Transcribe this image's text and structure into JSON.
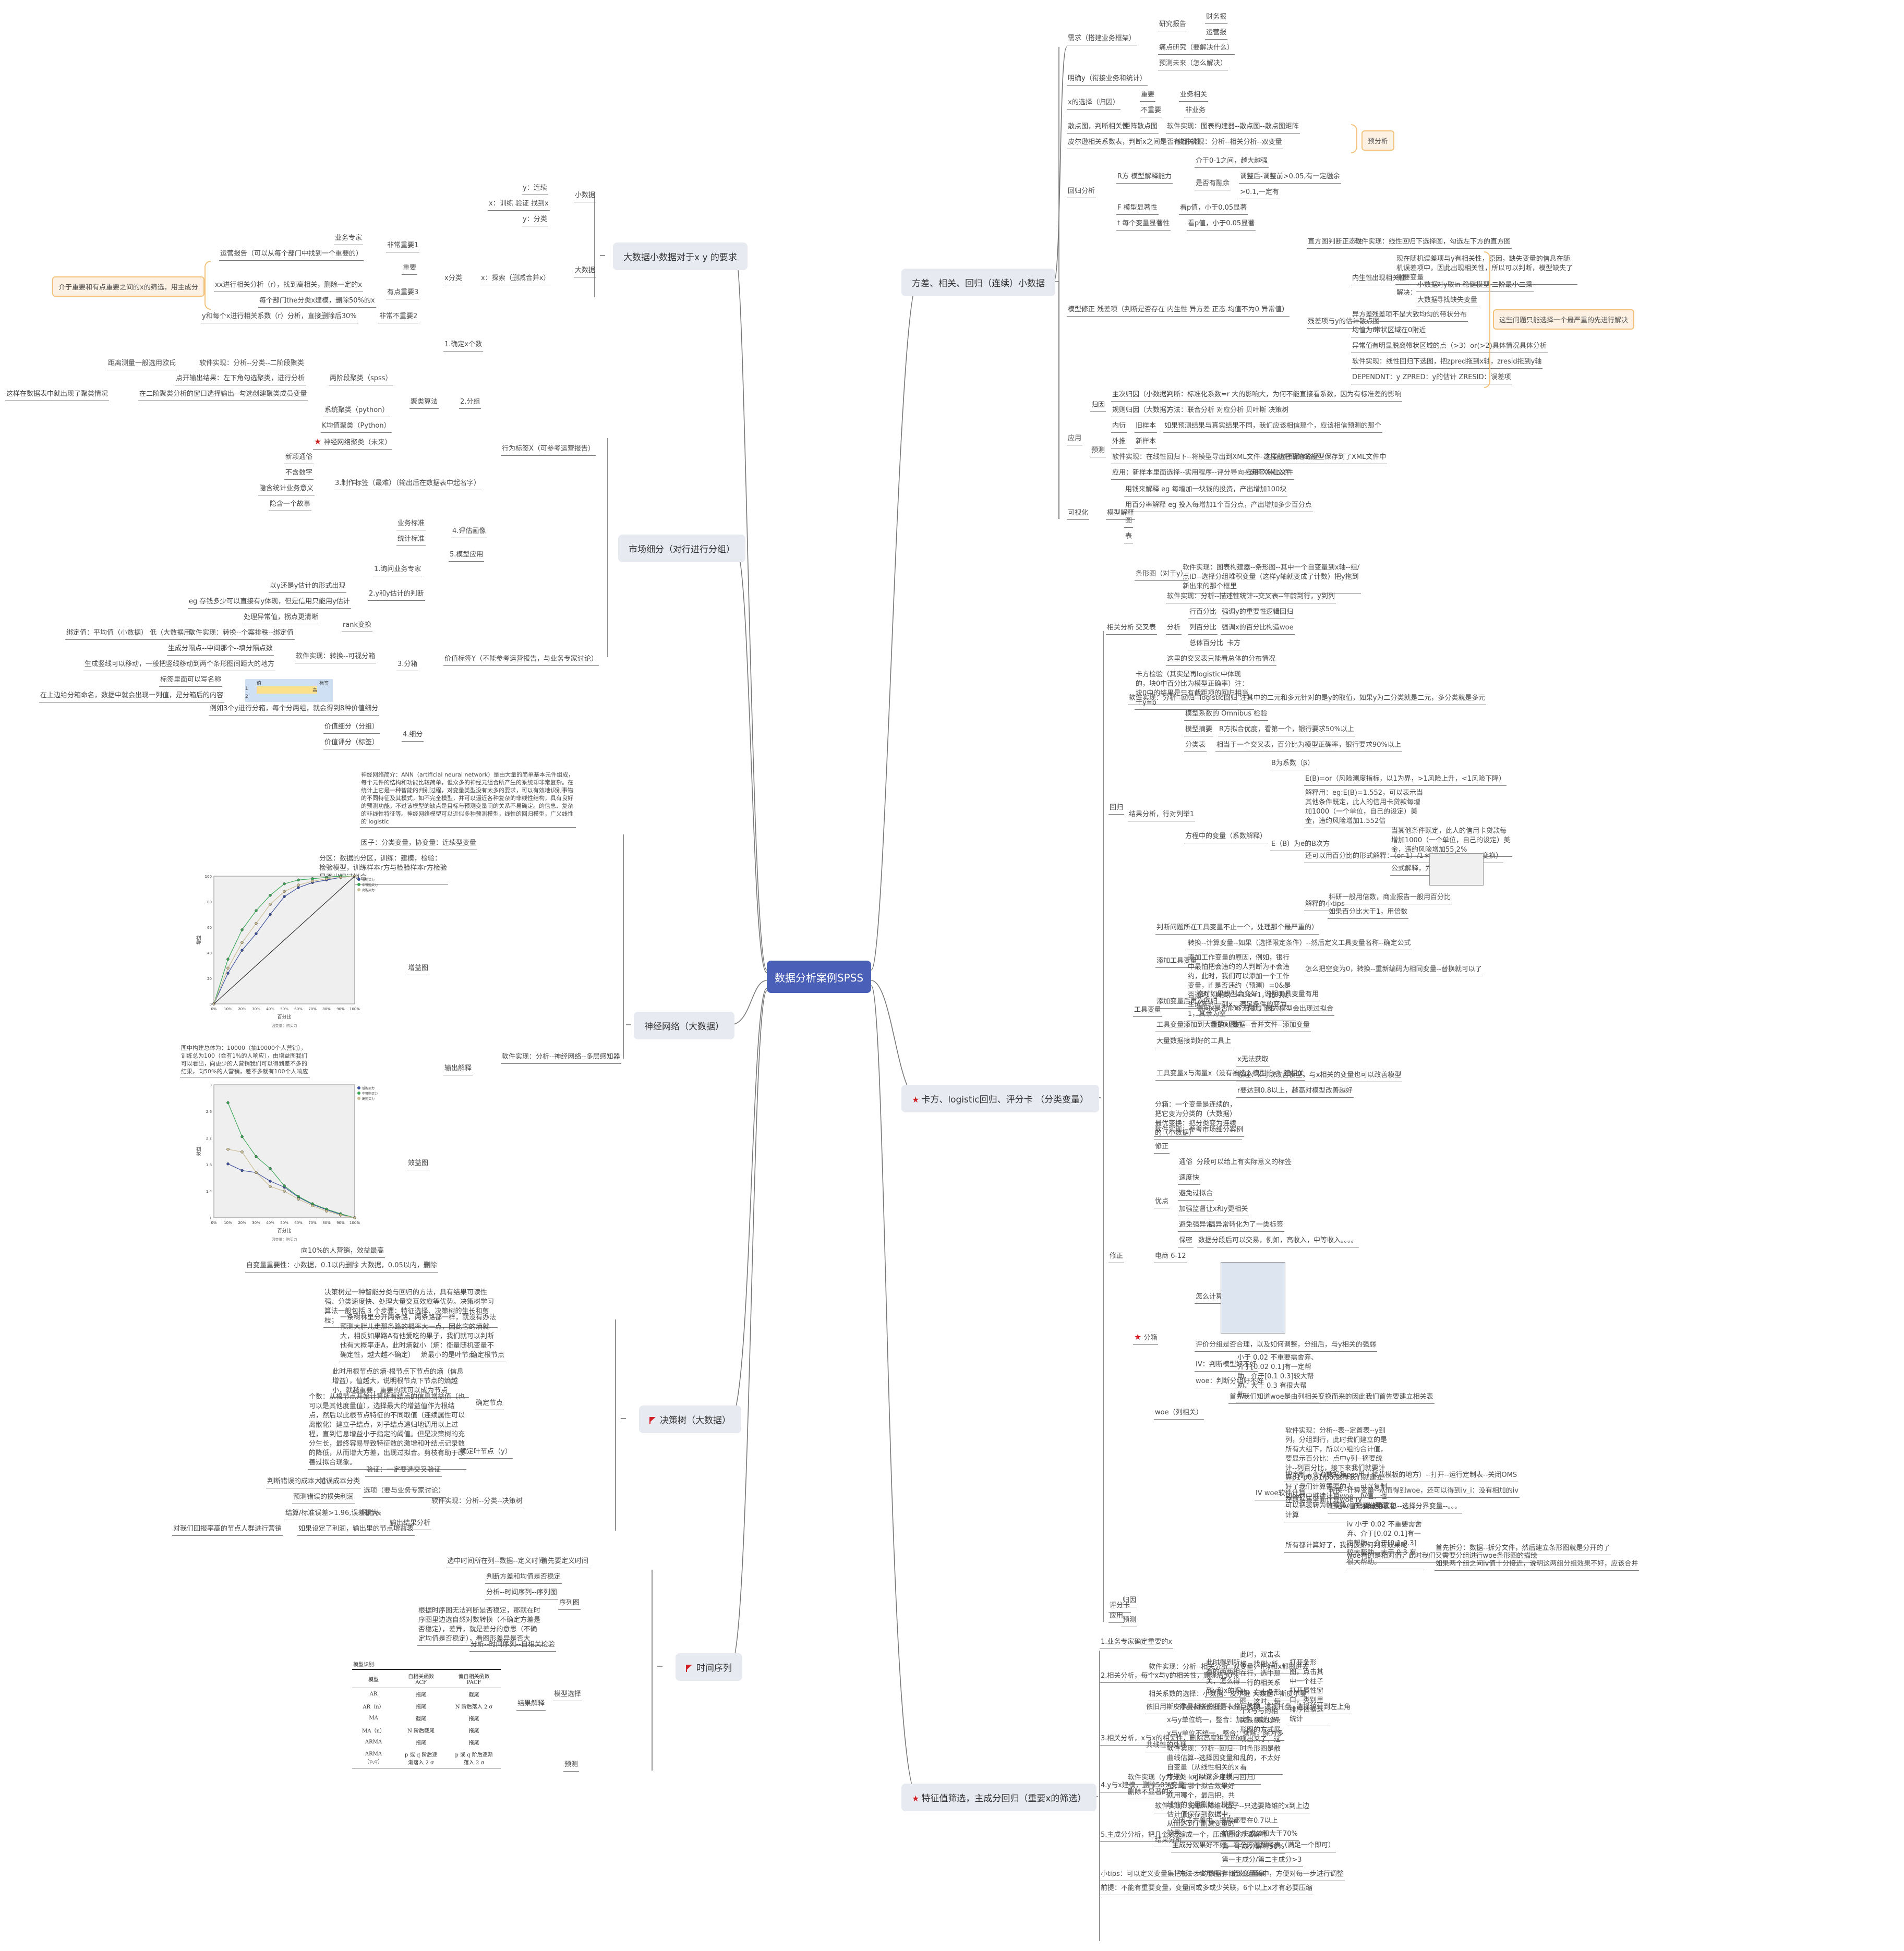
{
  "root": {
    "label": "数据分析案例SPSS"
  },
  "right": {
    "b1": {
      "label": "方差、相关、回归（连续）小数据",
      "demand": {
        "label": "需求（搭建业务框架）",
        "report": "研究报告",
        "fin": "财务报",
        "ops": "运营报",
        "pain": "痛点研究（要解决什么）",
        "future": "预测未来（怎么解决）"
      },
      "clear_y": "明确y（衔接业务和统计）",
      "xsel": {
        "label": "x的选择（归因）",
        "imp": "重要",
        "imp2": "业务相关",
        "notimp": "不重要",
        "notimp2": "非业务"
      },
      "scatter": {
        "a": "散点图，判断相关性",
        "b": "矩阵散点图",
        "c": "软件实现：图表构建器--散点图--散点图矩阵"
      },
      "pearson": {
        "a": "皮尔逊相关系数表，判断x之间是否有相关性",
        "b": "软件实现：分析--相关分析--双变量"
      },
      "pre_callout": "预分析",
      "reg": {
        "label": "回归分析",
        "r2": "R方  模型解释能力",
        "r2a": "介于0-1之间，越大越强",
        "r2b": "是否有融余",
        "r2b1": "调整后-调整前>0.05,有一定融余",
        "r2b2": ">0.1,一定有",
        "f": "F 模型显著性",
        "f2": "看p值，小于0.05显著",
        "t": "t 每个变量显著性",
        "t2": "看p值，小于0.05显著"
      },
      "fix": {
        "label": "模型修正   残差项（判断是否存在 内生性 异方差 正态 均值不为0 异常值）",
        "hist": "直方图",
        "hist2": "判断正态性",
        "hist3": "软件实现：线性回归下选择图，勾选左下方的直方图",
        "scat": "残差项与y的估计散点图",
        "endo": "内生性",
        "endo2": "出现相关性",
        "endo_note": "现在随机误差项与y有相关性，原因，缺失变量的信息在随机误差项中，因此出现相关性，所以可以判断，模型缺失了重要变量",
        "solve": "解决：",
        "small": "小数据",
        "small2": "对y取ln  稳健模型  二阶最小二乘",
        "big": "大数据",
        "big2": "寻找缺失变量",
        "hetero": "异方差",
        "hetero2": "残差项不是大致均匀的带状分布",
        "mean0": "均值为0",
        "mean02": "带状区域在0附近",
        "outlier": "异常值",
        "outlier2": "有明显脱离带状区域的点（>3）or(>2)具体情况具体分析",
        "sw": "软件实现：线性回归下选图，把zpred拖到x轴，zresid拖到y轴",
        "dep": "DEPENDNT：y  ZPRED：y的估计  ZRESID：误差项",
        "callout": "这些问题只能选择一个最严重的先进行解决"
      },
      "app": {
        "label": "应用",
        "attr": "归因",
        "main": "主次归因（小数据）",
        "main2": "判断：标准化系数=r 大的影响大，为何不能直接看系数，因为有标准差的影响",
        "rule": "规则归因（大数据）",
        "rule2": "方法：联合分析 对应分析 贝叶斯 决策树",
        "pred": "预测",
        "inner": "内衍",
        "inner2": "旧样本",
        "inner3": "如果预测结果与真实结果不同，我们应该相信那个，应该相信预测的那个",
        "outer": "外推",
        "outer2": "新样本",
        "sw": "软件实现：在线性回归下--将模型导出到XML文件--浏览选择保存路径",
        "sw2": "这样就把做好的模型保存到了XML文件中",
        "use": "应用：新样本里面选择--实用程序--评分导向--选择XML文件",
        "use2": "应用了XML文件"
      },
      "vis": {
        "label": "可视化",
        "expl": "模型解释",
        "m1": "用钱来解释 eg 每增加一块钱的投资，产出增加100块",
        "m2": "用百分率解释 eg 投入每增加1个百分点，产出增加多少百分点",
        "m3": "图",
        "m4": "表"
      }
    },
    "b2": {
      "label": "卡方、logistic回归、评分卡  （分类变量）",
      "corr": {
        "label": "相关分析",
        "bar": "条形图（对于y）",
        "bar2": "软件实现：图表构建器--条形图--其中一个自变量到x轴--组/点ID--选择分组堆积变量（这样y轴就变成了计数）把y拖到新出来的那个框里",
        "cross": "交叉表",
        "cross_sw": "软件实现：分析--描述性统计--交叉表--年龄到行，y到列",
        "ana": "分析",
        "row": "行百分比",
        "row2": "强调y的重要性",
        "row3": "逻辑回归",
        "col": "列百分比",
        "col2": "强调x的百分比",
        "col3": "构造woe",
        "tot": "总体百分比",
        "tot2": "卡方",
        "note": "这里的交叉表只能看总体的分布情况",
        "chi": "卡方检验（其实是再logistic中体现的，块0中百分比为模型正确率）注：块0中的结果是只有截距项的回归相当于y=b"
      },
      "reg": {
        "label": "回归",
        "sw": "软件实现：分析--回归--logistic回归",
        "sw2": "注其中的二元和多元针对的是y的取值，如果y为二分类就是二元，多分类就是多元",
        "res": "结果分析，行对列举1",
        "omni": "模型系数的 Omnibus 检验",
        "sum": "模型摘要",
        "sum2": "R方拟合优度，看第一个，银行要求50%以上",
        "cls": "分类表",
        "cls2": "相当于一个交叉表，百分比为模型正确率，银行要求90%以上",
        "eq": "方程中的变量（系数解释）",
        "b": "B为系数（β）",
        "eb": "E（B）为e的B次方",
        "or": "E(B)=or（风险测度指标，以1为界，>1风险上升，<1风险下降）",
        "ex": "解释用：eg:E(B)=1.552，可以表示当其他条件既定，此人的信用卡贷款每增加1000（一个单位，自己的设定）美金，违约风险增加1.552倍",
        "pct": "还可以用百分比的形式解释：（or-1）/1＊100%（gamma变换）",
        "pct2": "当其他条件既定，此人的信用卡贷款每增加1000（一个单位，自己的设定）美金，违约风险增加55.2%",
        "formula": "公式解释，为什么要-1",
        "tips": "解释的小tips",
        "tips1": "科研一般用倍数，商业报告一般用百分比",
        "tips2": "如果百分比大于1，用倍数"
      },
      "fix": {
        "label": "修正",
        "tool": "工具变量",
        "t1": "判断问题所在",
        "t1b": "（工具变量不止一个，处理那个最严重的）",
        "t2": "添加工具变量",
        "t2a": "转换--计算变量--如果（选择限定条件）--然后定义工具变量名称--确定公式",
        "t2b": "添加工作变量的原因，例如，银行中最怕把会违约的人判断为不会违约，此时，我们可以添加一个工作变量，if 是否违约（预测）=0&是否违约（真实）=1 x=1，此时就生成新的一列x，满足条件的变为1，其余为空",
        "t2c": "怎么把空变为0，转换--重新编码为相同变量--替换就可以了",
        "t3": "添加变量后再次回归",
        "t3a": "这时如果模型会变好，说明工具变量有用",
        "t3b": "请问x是否能够无限加下去",
        "t3c": "不能，因为模型会出现过拟合",
        "t4": "工具变量添加到大量的x后边",
        "t4b": "数据对接",
        "t4c": "数据--合并文件--添加变量",
        "t5": "大量数据接到好的工具上",
        "t6": "工具变量x与海量x（没有被选入模型的x）建相关",
        "t6a": "x无法获取",
        "t6b": "原理：x可以改善模型，与x相关的变量也可以改善模型",
        "t6c": "r要达到0.8以上，越高对模型改善越好",
        "bin": "分箱",
        "bin_def": "分箱：一个变量是连续的，把它变为分类的（大数据）最优变换：把分类变为连续的（小数据）",
        "bin_sw": "软件实现：参考市场细分案例",
        "bin_fix": "修正",
        "adv": "优点",
        "a1": "通俗",
        "a1b": "分段可以给上有实际意义的标签",
        "a2": "速度快",
        "a3": "避免过拟合",
        "a4": "加强监督",
        "a4b": "让x和y更相关",
        "a5": "避免强异常",
        "a5b": "强异常转化为了一类标签",
        "a6": "保密",
        "a6b": "数据分段后可以交易，例如，高收入，中等收入。。。。",
        "ecom": "电商 6-12",
        "woe": "woe（列相关）",
        "calc": "怎么计算",
        "eval": "评价分组是否合理，以及如何调整，分组后，与y相关的强弱",
        "iv": "IV：判断模型好不好",
        "iv2": "小于 0.02 不重要需舍弃、介于[0.02 0.1]有一定帮助、介于[0.1 0.3]较大帮助、大于 0.3 有很大帮助。",
        "woe2": "woe：判断分组好不好",
        "first": "首先我们知道woe是由列相关变换而来的因此我们首先要建立相关表",
        "ivsw": "IV woe软件计算",
        "ivsw1": "软件实现：分析--表--定置表--y到列，分组到行，此时我们建立的是所有大组下，所以小组的合计值，要显示百分比：点中y列--摘要统计--列百分比，接下来我们就要计算p1-p0,p1/p0,这样我们就建立好了我们计算需要的表，可以复制到excl中继续计算woe，IV值，也可以把表转为数据集，在spss里面计算",
        "ivsw2": "把定制表变为数据集",
        "ivsw2b": "OMS（spss用于装载模板的地方）--打开--运行定制表--关闭OMS",
        "ivsw3": "在数据集里面计算woe IV",
        "ivsw3a": "转换--计算变量--从而得到woe，还可以得到iv_i：没有相加的iv",
        "ivsw3b": "但是IV值需要分组求和",
        "ivsw3c": "数据--汇总--选择分界变量--。。。",
        "ivsw4": "所有都计算好了，我们该如何判断效果呢",
        "ivsw4a": "iv 小于 0.02 不重要需舍弃、介于[0.02 0.1]有一定帮助、介于[0.1 0.3]较大帮助、大于 0.3 有很大帮助。",
        "ivsw4b": "woe看的是相对值，此时我们又需要分组进行woe条形图的描绘",
        "ivsw4c": "首先拆分：数据--拆分文件，然后建立条形图就是分开的了",
        "ivsw4d": "如果两个组之间iv值十分接近，说明这两组分组效果不好，应该合并"
      },
      "app": {
        "label": "应用",
        "a": "评分卡",
        "b": "归因",
        "c": "预测"
      }
    },
    "b3": {
      "label": "特征值筛选，主成分回归（重要x的筛选）",
      "s1": "1.业务专家确定重要的x",
      "s2": "2.相关分析，每个x与y的相关性，删除后30%",
      "s2a": "软件实现：分析--相关分析--双变量，把y和x都拖进去",
      "s2b": "此时得到所有的两两相关，怎么得到y和x的呢",
      "s2c": "此时，双击表格，找到y所在行，选中那一行的相关系数，右击条形图，这时，每个x与与的相关系数就以条形图的方式展现出来了，这时条形图是散乱的，不太好看",
      "s2d": "打开条形图，点击其中一个柱子打开属性窗口，类别里排序依据选统计",
      "s2e": "相关系数的选择：小数据：皮尔逊  大数据：斯皮尔曼",
      "s3": "3.相关分析，x与x的相关性，删除高度相关的x",
      "s3a": "依旧用斯皮尔曼相关分析",
      "s3b": "得出表格依旧是十分巨大的",
      "s3c": "打开表格--透视--透视托盘--选择统计到左上角",
      "s3d": "共线性的处理",
      "s3e": "x与y单位统一，整合：加减，减为多",
      "s3f": "x与y单位不统一，整合：乘除，除为多",
      "s3g": "软件实现：分析--回归--曲线估算--选择因变量和自变量（从线性相关的x中选）--可以选多个模型，看哪个拟合效果好就用哪个，最后把，共线性的变量删除，模型估计值保存到数据中，从而达到了删减变量的效果",
      "s4": "4.y与x建模，删除50%变量",
      "s4a": "软件实现（y为分类 logistic，连续用回归）",
      "s4b": "删除不显著的x",
      "s5": "5.主成分分析，把几个x压缩成一个，压缩后没办法解释",
      "s5a": "软件实现：分析--降维--因子--只选要降维的x到上边",
      "s5b": "结果分析",
      "s5c": "公因子方差中，提取都要在0.7以上",
      "s5d": "主成分效果好不好，看总方差解释表（满足一个即可）",
      "s5e": "前两个主成分和大于70%",
      "s5f": "第一主成分解释50%",
      "s5g": "第一主成分/第二主成分>3",
      "tips": "小tips：可以定义变量集把每一步的数据存储到变量集中，方便对每一步进行调整",
      "tips2": "方法：实用程序--定义变量集",
      "pre": "前提：不能有重要变量，变量间或多或少关联，6个以上x才有必要压缩"
    }
  },
  "left": {
    "b1": {
      "label": "大数据小数据对于x y 的要求",
      "small": "小数据",
      "sy": "y：连续",
      "sx": "x：训练 验证 找到x",
      "big": "大数据",
      "by": "y：分类",
      "bx": "x：探索（删减合并x）",
      "xcls": "x分类",
      "v1": "非常重要1",
      "v1a": "业务专家",
      "v1b": "运营报告（可以从每个部门中找到一个重要的）",
      "imp": "重要",
      "v3": "有点重要3",
      "v3a": "xx进行相关分析（r），找到高相关，删除一定的x",
      "v3b": "每个部门the分类x建模，删除50%的x",
      "v2": "非常不重要2",
      "v2a": "y和每个x进行相关系数（r）分析，直接删除后30%",
      "callout": "介于重要和有点重要之间的x的筛选，用主成分"
    },
    "b2": {
      "label": "市场细分（对行进行分组）",
      "x": "行为标签X（可参考运营报告）",
      "s1": "1.确定x个数",
      "s2": "2.分组",
      "algo": "聚类算法",
      "two": "两阶段聚类（spss）",
      "two1": "距离测量一般选用欧氏",
      "two1b": "软件实现：分析--分类--二阶段聚类",
      "two2": "点开输出结果：左下角勾选聚类，进行分析",
      "two3": "在二阶聚类分析的窗口选择输出--勾选创建聚类成员变量",
      "two3b": "这样在数据表中就出现了聚类情况",
      "sys": "系统聚类（python）",
      "km": "K均值聚类（Python）",
      "nn": "神经网络聚类（未来）",
      "s3": "3.制作标签（最难）（输出后在数据表中起名字）",
      "t1": "新颖通俗",
      "t2": "不含数字",
      "t3": "隐含统计业务意义",
      "t4": "隐含一个故事",
      "s4": "4.评估画像",
      "s4a": "业务标准",
      "s4b": "统计标准",
      "s5": "5.模型应用",
      "y": "价值标签Y（不能参考运营报告，与业务专家讨论）",
      "y1": "1.询问业务专家",
      "y2": "2.y和y估计的判断",
      "y2a": "以y还是y估计的形式出现",
      "y2b": "eg 存钱多少可以直接有y体现，但是信用只能用y估计",
      "y3": "3.分箱",
      "rank": "rank变换",
      "rank1": "处理异常值，拐点更清晰",
      "rank2": "软件实现：转换--个案排秩--绑定值",
      "rank3": "绑定值：平均值（小数据） 低（大数据用）",
      "vb": "软件实现：转换--可视分箱",
      "vb1": "生成分隔点--中间那个--填分隔点数",
      "vb2": "生成竖线可以移动，一般把竖线移动到两个条形图间距大的地方",
      "vb3": "标签里面可以写名称",
      "vb4": "在上边给分箱命名，数据中就会出现一列值，是分箱后的内容",
      "grid": {
        "h1": "值",
        "h2": "标签",
        "r1": "1",
        "r1v": "高",
        "r2": "2"
      },
      "vb5": "例如3个y进行分箱，每个分两组，就会得到8种价值细分",
      "y4": "4.细分",
      "y4a": "价值细分（分组）",
      "y4b": "价值评分（标签）"
    },
    "b3": {
      "label": "神经网络（大数据）",
      "intro": "神经网络简介：ANN（artificial neural network）是由大量的简单基本元件组成，每个元件的结构和功能比较简单，但众多的神经元组合所产生的系统却非常复杂。在统计上它是一种智能的判别过程，对变量类型没有太多的要求，可以有效地识别事物的不同特征及其模式，如不完全模型，并可以逼近各种复杂的非线性结构，具有良好的预测功能，不过该模型的缺点是目标与预测变量间的关系不易确定。的信息、复杂的非线性特征等。神经网络模型可以近似多种预测模型，线性的回归模型，广义线性的 logistic",
      "factor": "因子：分类变量，协变量：连续型变量",
      "part": "分区：数据的分区，训练：建模，检验：检验模型，训练样本r方与检验样本r方检验是否出现过拟合",
      "sw": "软件实现：分析--神经网络--多层感知器",
      "out": "输出解释",
      "gain": "增益图",
      "gain_note": "图中构建总体为：10000（抽10000个人营销），训练总为100（会有1%的人响应），由增益图我们可以看出，向更少的人营销我们可以得到差不多的结果，向50%的人营销，差不多就有100个人响应",
      "lift": "效益图",
      "lift_note": "向10%的人营销，效益最高",
      "imp": "自变量重要性：小数据，0.1以内删除    大数据，0.05以内，删除"
    },
    "b4": {
      "label": "决策树（大数据）",
      "intro": "决策树是一种智能分类与回归的方法，具有结果可读性强、分类速度快、处理大量交互效应等优势。决策树学习算法一般包括 3 个步骤：特征选择、决策树的生长和剪枝；",
      "ent": "一条树林里分开两条路，两条路都一样，就没有办法预测大胖儿走那条路的概率大一点，因此它的熵就大，相反如果路A有他爱吃的果子，我们就可以判断他有大概率走A，此时熵就小（熵：衡量随机变量不确定性，越大越不确定）",
      "root": "确定根节点",
      "root1": "熵最小的是叶节点",
      "node": "确定节点",
      "node1": "此时用根节点的熵-根节点下节点的熵（信息增益），值越大，说明根节点下节点的熵越小，就越重要，重要的就可以成为节点",
      "node2": "个数：从根节点开始计算所有结点的信息增益值（也可以是其他度量值），选择最大的增益值作为根结点，然后以此根节点特征的不同取值（连续属性可以离散化）建立子结点，对子结点递归地调用以上过程，直到信息增益小于指定的阈值。但是决策树的充分生长，最终容易导致特征数的激增和叶结点记录数的降低，从而增大方差，出现过拟合。剪枝有助于改善过拟合现象。",
      "leaf": "确定叶节点（y）",
      "sw": "软件实现：分析--分类--决策树",
      "val": "验证：一定要选交叉验证",
      "opt": "选项（要与业务专家讨论）",
      "opt1": "错误成本分类",
      "opt1b": "判断错误的成本大小",
      "opt2": "利润",
      "opt2b": "预测错误的损失",
      "outr": "输出结果分析",
      "risk": "风险表",
      "risk2": "结算/标准误差>1.96,误差很大",
      "gainT": "如果设定了利润，输出里的节点增益表",
      "gainT2": "对我们回报率高的节点人群进行营销"
    },
    "b5": {
      "label": "时间序列",
      "t0": "首先要定义时间",
      "t0a": "选中时间所在列--数据--定义时间",
      "seq": "序列图",
      "seq1": "判断方差和均值是否稳定",
      "seq2": "分析--时间序列--序列图",
      "seq3": "根据时序图无法判断是否稳定，那就在时序图里边选自然对数转换（不确定方差是否稳定），差异，就是差分的意思（不确定均值是否稳定），看图形差异是否大",
      "model": "模型选择",
      "acf": "分析--时间序列--自相关检验",
      "res": "结果解释",
      "pred": "预测",
      "table": {
        "caption": "模型识别:",
        "headers": [
          "模型",
          "自相关函数 ACF",
          "偏自相关函数 PACF"
        ],
        "rows": [
          [
            "AR",
            "拖尾",
            "截尾"
          ],
          [
            "AR（n）",
            "拖尾",
            "N 阶后落入 2 σ"
          ],
          [
            "MA",
            "截尾",
            "拖尾"
          ],
          [
            "MA（n）",
            "N 阶后截尾",
            "拖尾"
          ],
          [
            "ARMA",
            "拖尾",
            "拖尾"
          ],
          [
            "ARMA（p,q）",
            "p 或 q 阶后逐渐落入 2 σ",
            "p 或 q 阶后逐渐落入 2 σ"
          ]
        ]
      }
    }
  },
  "chart_data": [
    {
      "type": "line",
      "title": "增益图",
      "xlabel": "百分比",
      "ylabel": "增益",
      "footer": "因变量：购买力",
      "x": [
        "0%",
        "10%",
        "20%",
        "30%",
        "40%",
        "50%",
        "60%",
        "70%",
        "80%",
        "90%",
        "100%"
      ],
      "ylim": [
        0,
        100
      ],
      "legend": "top-right",
      "series": [
        {
          "name": "低购买力",
          "values": [
            0,
            24,
            42,
            55,
            70,
            84,
            91,
            95,
            97,
            99,
            100
          ],
          "color": "#3b4f9e"
        },
        {
          "name": "中等购买力",
          "values": [
            0,
            35,
            58,
            73,
            85,
            94,
            97,
            98,
            99,
            100,
            100
          ],
          "color": "#3aa655"
        },
        {
          "name": "高购买力",
          "values": [
            0,
            28,
            48,
            63,
            78,
            88,
            93,
            96,
            98,
            99,
            100
          ],
          "color": "#cbbd93"
        },
        {
          "name": "baseline",
          "values": [
            0,
            10,
            20,
            30,
            40,
            50,
            60,
            70,
            80,
            90,
            100
          ],
          "color": "#333333"
        }
      ]
    },
    {
      "type": "line",
      "title": "效益图",
      "xlabel": "百分比",
      "ylabel": "效益",
      "footer": "因变量：购买力",
      "x": [
        "0%",
        "10%",
        "20%",
        "30%",
        "40%",
        "50%",
        "60%",
        "70%",
        "80%",
        "90%",
        "100%"
      ],
      "ylim": [
        1.0,
        3.0
      ],
      "legend": "top-right",
      "series": [
        {
          "name": "低购买力",
          "values": [
            null,
            1.81,
            1.71,
            1.68,
            1.55,
            1.46,
            1.31,
            1.2,
            1.12,
            1.05,
            1.0
          ],
          "color": "#3b4f9e"
        },
        {
          "name": "中等购买力",
          "values": [
            null,
            2.73,
            2.22,
            1.92,
            1.74,
            1.48,
            1.32,
            1.21,
            1.13,
            1.06,
            1.0
          ],
          "color": "#3aa655"
        },
        {
          "name": "高购买力",
          "values": [
            null,
            2.03,
            1.99,
            1.68,
            1.47,
            1.4,
            1.28,
            1.18,
            1.1,
            1.04,
            1.0
          ],
          "color": "#cbbd93"
        }
      ]
    }
  ]
}
